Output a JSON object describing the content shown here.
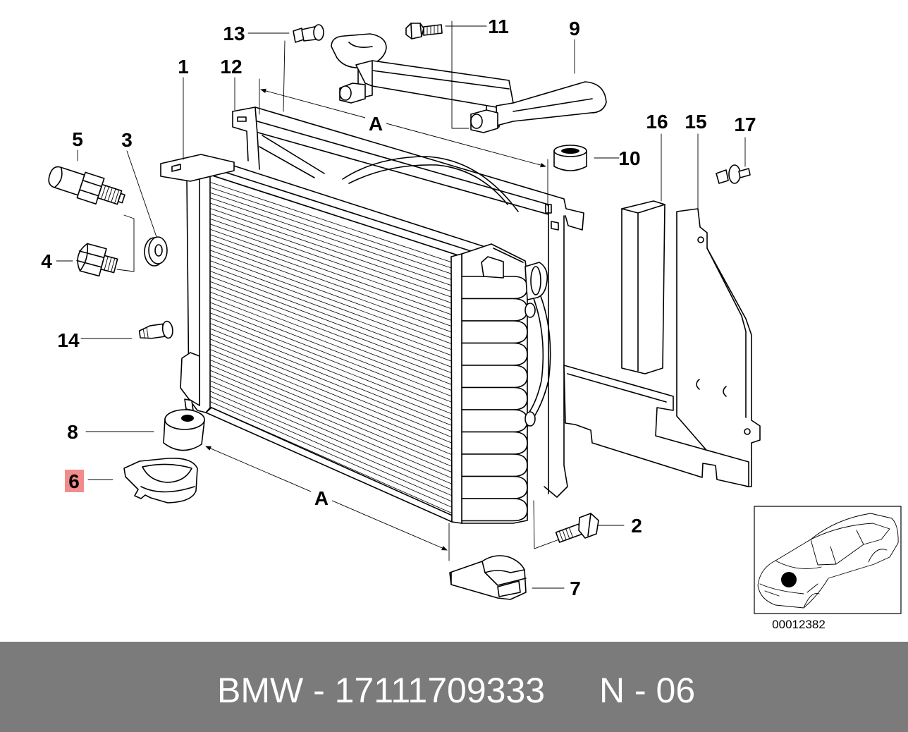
{
  "diagram": {
    "callouts": {
      "part_13": "13",
      "part_11": "11",
      "part_9": "9",
      "part_1": "1",
      "part_12": "12",
      "part_5": "5",
      "part_3": "3",
      "part_16": "16",
      "part_15": "15",
      "part_17": "17",
      "part_10": "10",
      "part_4": "4",
      "part_14": "14",
      "part_8": "8",
      "part_6": "6",
      "part_2": "2",
      "part_7": "7"
    },
    "dimensions": {
      "top": "A",
      "bottom": "A"
    },
    "highlight_color": "#f28b8b",
    "inset": {
      "drawing_number": "00012382"
    }
  },
  "footer": {
    "left_text": "BMW - 17111709333",
    "right_text": "N - 06",
    "background": "#7b7b7b",
    "text_color": "#ffffff"
  }
}
